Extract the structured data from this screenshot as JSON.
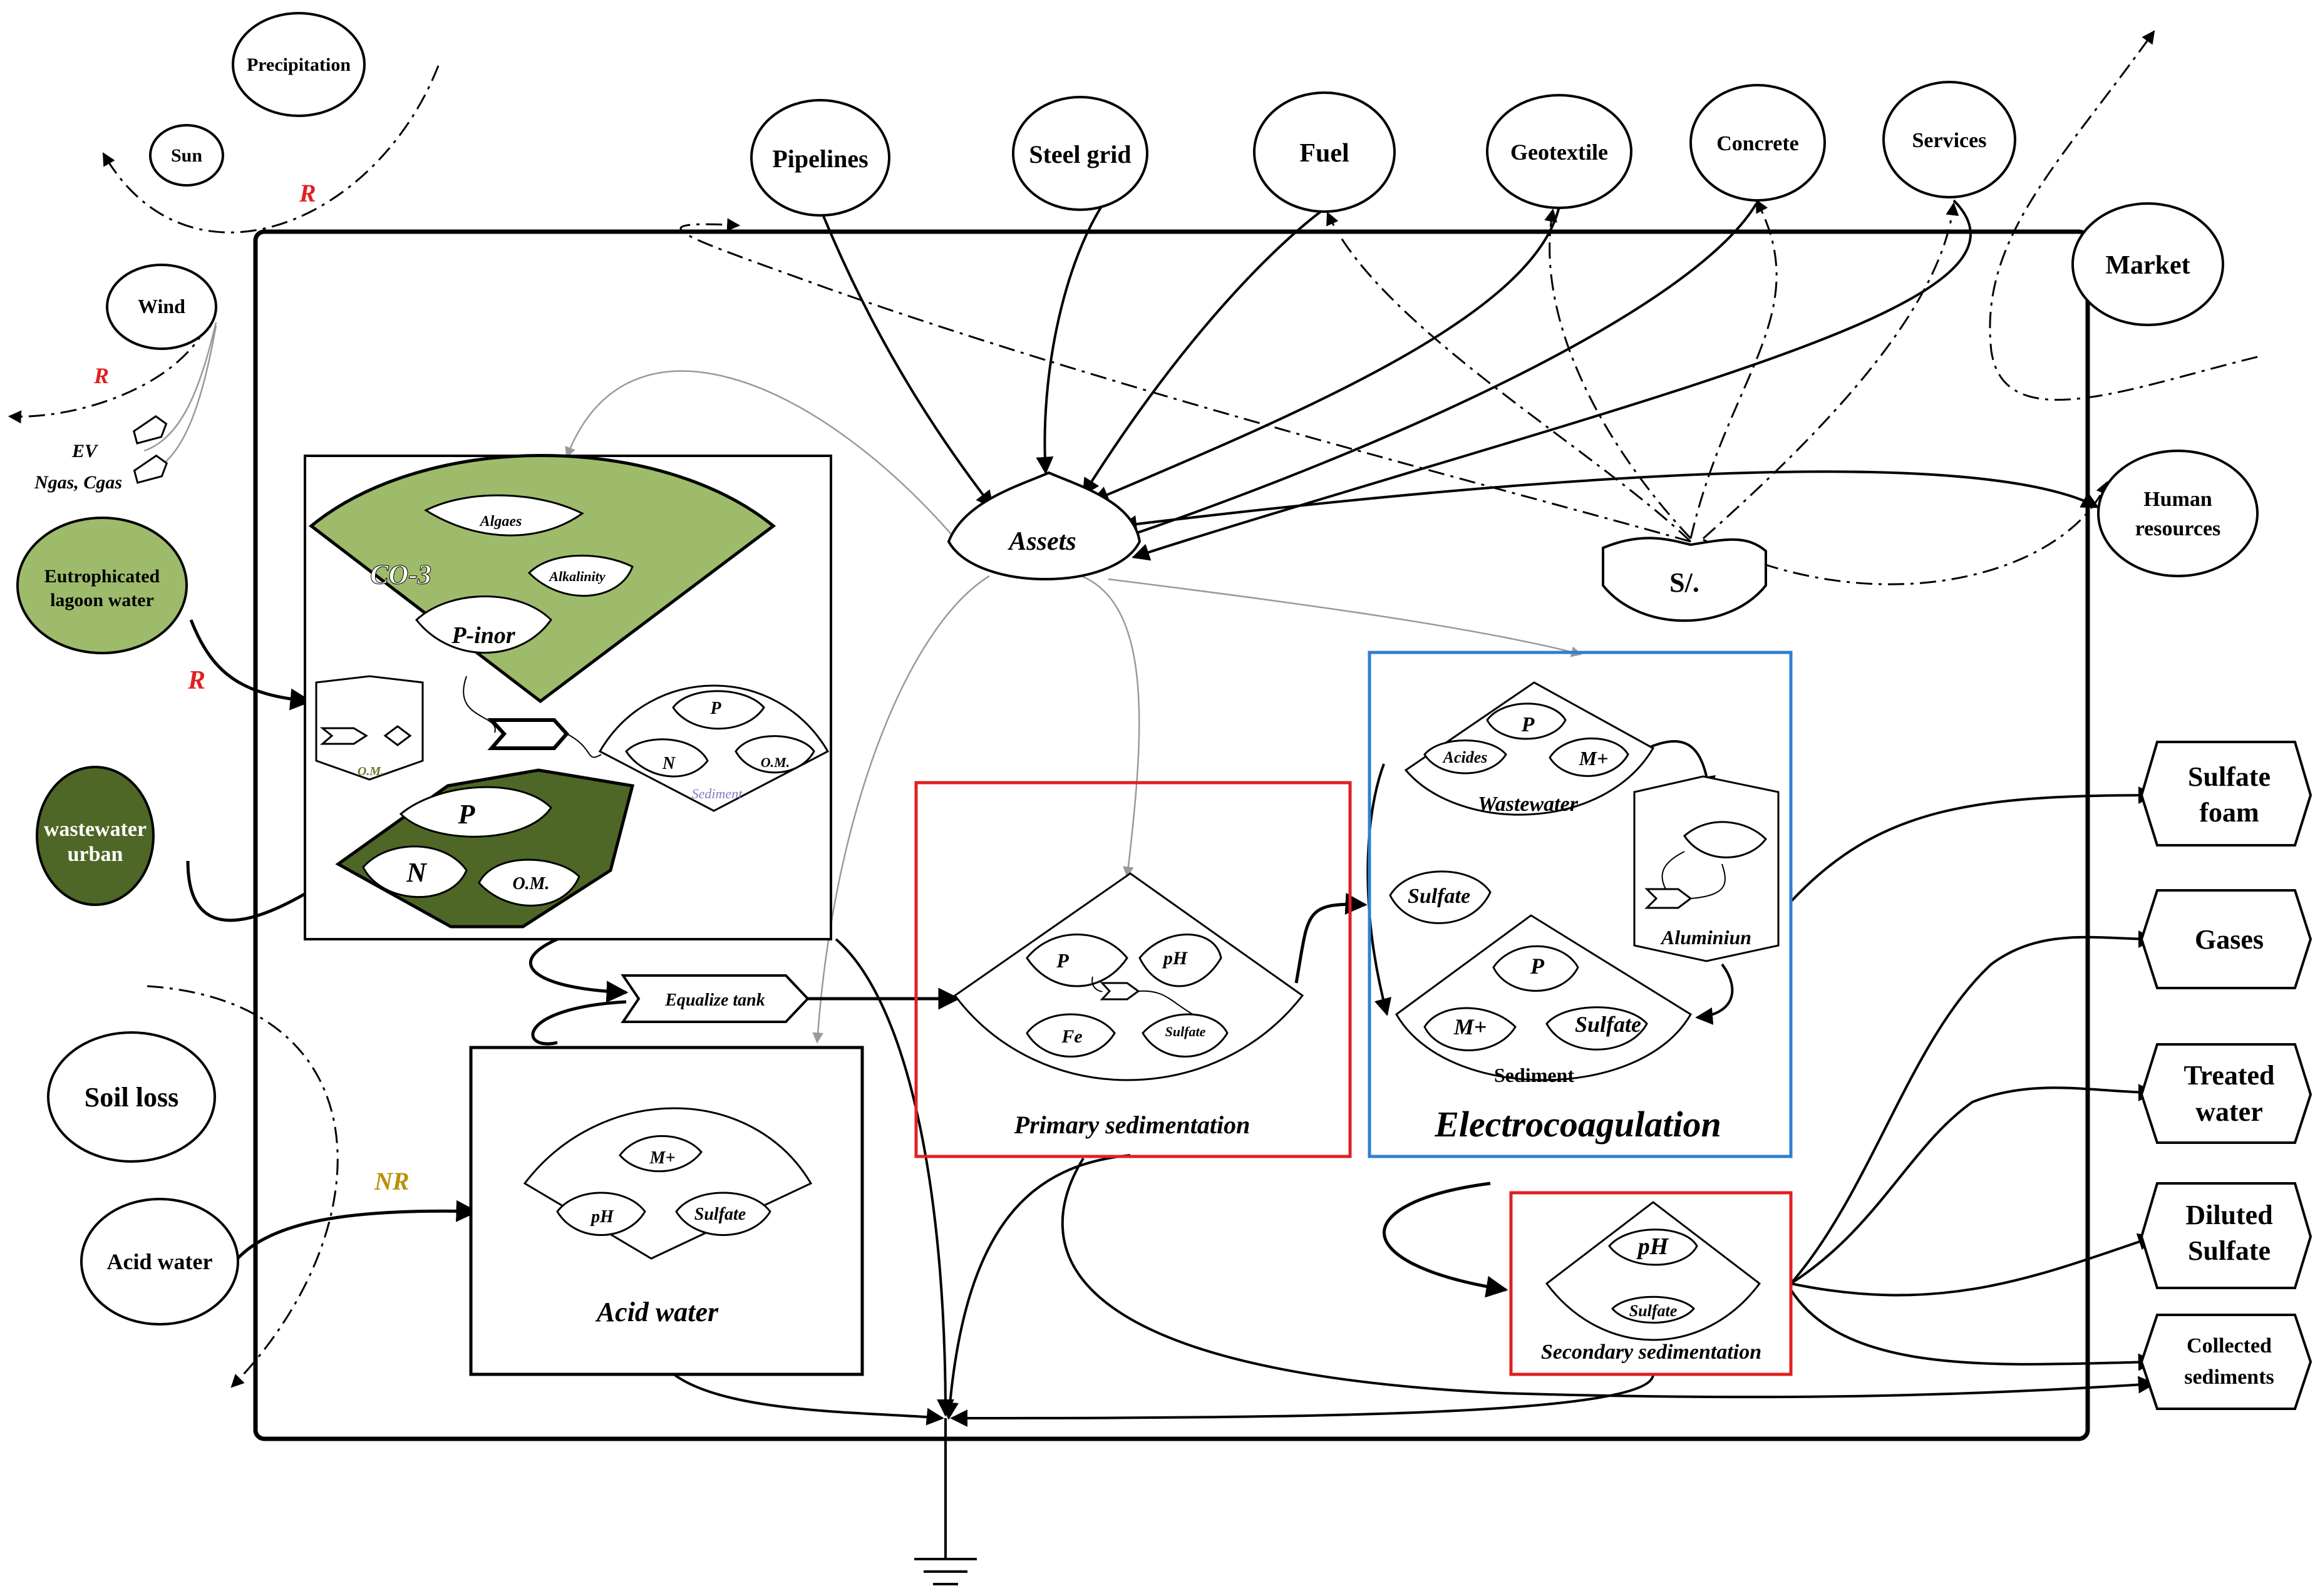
{
  "sources": {
    "precipitation": "Precipitation",
    "sun": "Sun",
    "wind": "Wind",
    "ev": "EV",
    "ngas_cgas": "Ngas, Cgas",
    "eutrophicated": [
      "Eutrophicated",
      "lagoon water"
    ],
    "wastewater_urban": [
      "wastewater",
      "urban"
    ],
    "soil_loss": "Soil loss",
    "acid_water": "Acid water",
    "pipelines": "Pipelines",
    "steel_grid": "Steel grid",
    "fuel": "Fuel",
    "geotextile": "Geotextile",
    "concrete": "Concrete",
    "services": "Services",
    "market": "Market",
    "human_resources": [
      "Human",
      "resources"
    ]
  },
  "flow_markers": {
    "r1": "R",
    "r2": "R",
    "r3": "R",
    "nr": "NR"
  },
  "storages": {
    "assets": "Assets",
    "s_dollar": "S/.",
    "lagoon_top": [
      "Algaes",
      "CO-3",
      "Alkalinity",
      "P-inor"
    ],
    "om_label": "O.M.",
    "sediment_box": [
      "P",
      "N",
      "O.M.",
      "Sediment"
    ],
    "lagoon_bottom": [
      "P",
      "N",
      "O.M."
    ],
    "equalize_tank": "Equalize tank",
    "acid_water_box": [
      "M+",
      "pH",
      "Sulfate"
    ],
    "acid_water_title": "Acid water",
    "primary": [
      "P",
      "pH",
      "Fe",
      "Sulfate"
    ],
    "primary_title": "Primary sedimentation",
    "ec_wastewater": [
      "Acides",
      "P",
      "M+",
      "Wastewater"
    ],
    "ec_sulfate": "Sulfate",
    "ec_aluminium": "Aluminiun",
    "ec_sediment": [
      "P",
      "M+",
      "Sulfate",
      "Sediment"
    ],
    "ec_title": "Electrocoagulation",
    "secondary": [
      "pH",
      "Sulfate"
    ],
    "secondary_title": "Secondary sedimentation"
  },
  "outputs": {
    "sulfate_foam": [
      "Sulfate",
      "foam"
    ],
    "gases": "Gases",
    "treated_water": [
      "Treated",
      "water"
    ],
    "diluted_sulfate": [
      "Diluted",
      "Sulfate"
    ],
    "collected_sediments": [
      "Collected",
      "sediments"
    ]
  },
  "colors": {
    "light_green": "#9dbb6a",
    "mid_green": "#7ea24a",
    "dark_green": "#4e6626",
    "red": "#e02020",
    "blue": "#2f7fd1",
    "gold": "#b8900a"
  }
}
